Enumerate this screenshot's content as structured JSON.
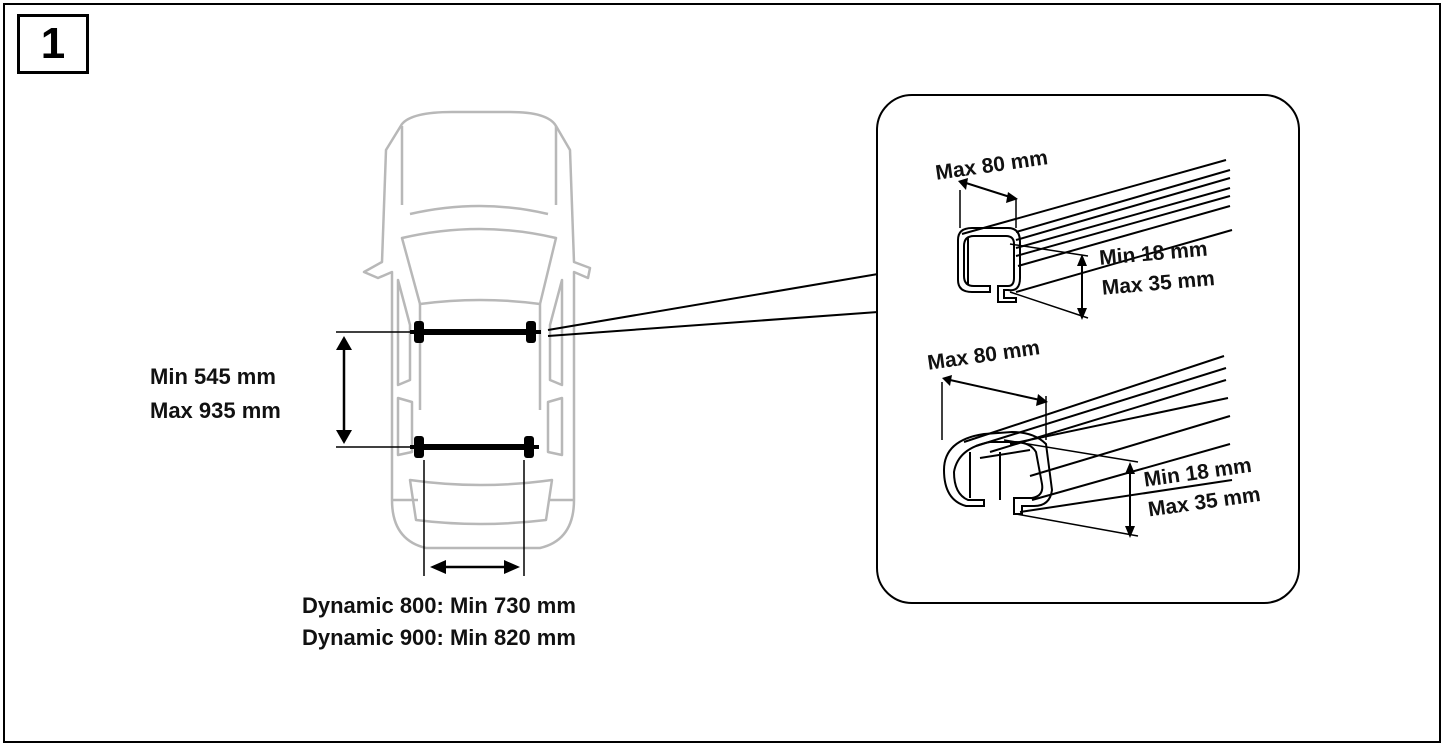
{
  "step": {
    "number": "1"
  },
  "bar_spacing": {
    "min": "Min 545 mm",
    "max": "Max 935 mm"
  },
  "vehicle_width": {
    "rows": [
      {
        "model": "Dynamic 800:",
        "value": "Min 730 mm"
      },
      {
        "model": "Dynamic 900:",
        "value": "Min 820 mm"
      }
    ]
  },
  "detail_square_bar": {
    "width": "Max 80 mm",
    "height_min": "Min 18 mm",
    "height_max": "Max 35 mm"
  },
  "detail_aero_bar": {
    "width": "Max 80 mm",
    "height_min": "Min 18 mm",
    "height_max": "Max 35 mm"
  },
  "colors": {
    "line": "#000000",
    "car_outline": "#b3b3b3"
  }
}
